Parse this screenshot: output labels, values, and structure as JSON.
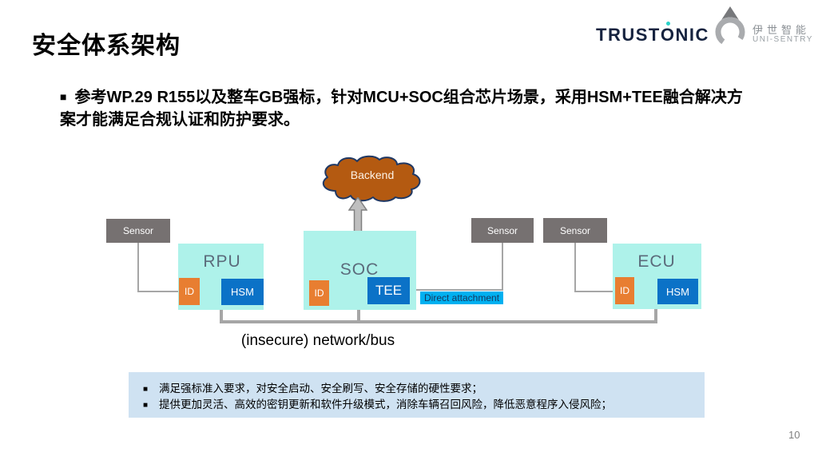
{
  "slide": {
    "title": "安全体系架构",
    "page_number": "10"
  },
  "logos": {
    "trustonic": {
      "part1": "TRUST",
      "o": "O",
      "part3": "NIC"
    },
    "unisentry": {
      "cn": "伊世智能",
      "en": "UNI-SENTRY"
    }
  },
  "intro": {
    "bullet": "■",
    "text": "参考WP.29 R155以及整车GB强标，针对MCU+SOC组合芯片场景，采用HSM+TEE融合解决方案才能满足合规认证和防护要求。"
  },
  "diagram": {
    "backend_label": "Backend",
    "sensors": [
      "Sensor",
      "Sensor",
      "Sensor"
    ],
    "rpu": {
      "label": "RPU",
      "id": "ID",
      "hsm": "HSM"
    },
    "soc": {
      "label": "SOC",
      "id": "ID",
      "tee": "TEE"
    },
    "ecu": {
      "label": "ECU",
      "id": "ID",
      "hsm": "HSM"
    },
    "direct_attachment": "Direct attachment",
    "bus_label": "(insecure) network/bus"
  },
  "notes": {
    "bullet": "■",
    "items": [
      "满足强标准入要求，对安全启动、安全刷写、安全存储的硬性要求；",
      "提供更加灵活、高效的密钥更新和软件升级模式，消除车辆召回风险，降低恶意程序入侵风险；"
    ]
  },
  "colors": {
    "cloud_brown": "#B45A11",
    "cloud_outline": "#1F3864",
    "chip_cyan": "#AEF2EA",
    "id_orange": "#E87E31",
    "hsm_blue": "#0B72C7",
    "attachment_cyan": "#00B0F0",
    "panel_blue": "#CFE2F2",
    "sensor_gray": "#767171",
    "line_gray": "#A6A6A6",
    "trustonic_navy": "#16233F",
    "trustonic_teal": "#2AD2C9"
  }
}
